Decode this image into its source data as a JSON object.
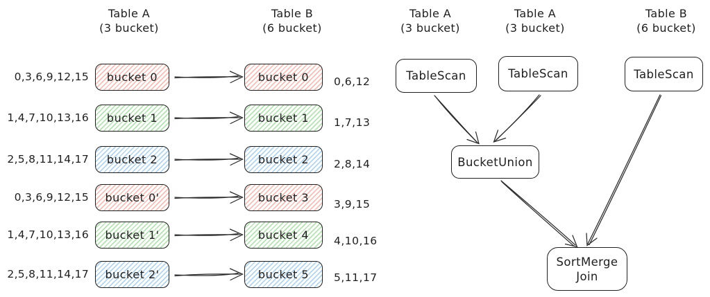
{
  "left_diagram": {
    "table_a_header": {
      "line1": "Table A",
      "line2": "(3 bucket)"
    },
    "table_b_header": {
      "line1": "Table B",
      "line2": "(6 bucket)"
    },
    "rows": [
      {
        "input_values": "0,3,6,9,12,15",
        "bucket_a": "bucket 0",
        "bucket_b": "bucket 0",
        "output_values": "0,6,12",
        "color": "red"
      },
      {
        "input_values": "1,4,7,10,13,16",
        "bucket_a": "bucket 1",
        "bucket_b": "bucket 1",
        "output_values": "1,7,13",
        "color": "green"
      },
      {
        "input_values": "2,5,8,11,14,17",
        "bucket_a": "bucket 2",
        "bucket_b": "bucket 2",
        "output_values": "2,8,14",
        "color": "blue"
      },
      {
        "input_values": "0,3,6,9,12,15",
        "bucket_a": "bucket 0'",
        "bucket_b": "bucket 3",
        "output_values": "3,9,15",
        "color": "red"
      },
      {
        "input_values": "1,4,7,10,13,16",
        "bucket_a": "bucket 1'",
        "bucket_b": "bucket 4",
        "output_values": "4,10,16",
        "color": "green"
      },
      {
        "input_values": "2,5,8,11,14,17",
        "bucket_a": "bucket 2'",
        "bucket_b": "bucket 5",
        "output_values": "5,11,17",
        "color": "blue"
      }
    ]
  },
  "right_diagram": {
    "headers": [
      {
        "line1": "Table A",
        "line2": "(3 bucket)"
      },
      {
        "line1": "Table A",
        "line2": "(3 bucket)"
      },
      {
        "line1": "Table B",
        "line2": "(6 bucket)"
      }
    ],
    "nodes": {
      "tablescan1": "TableScan",
      "tablescan2": "TableScan",
      "tablescan3": "TableScan",
      "bucket_union": "BucketUnion",
      "sort_merge_line1": "SortMerge",
      "sort_merge_line2": "Join"
    }
  },
  "colors": {
    "ink": "#1e1e1e",
    "red_hatch": "#f5c0b8",
    "green_hatch": "#b5e4b2",
    "blue_hatch": "#b3d5f1",
    "background": "#ffffff"
  }
}
